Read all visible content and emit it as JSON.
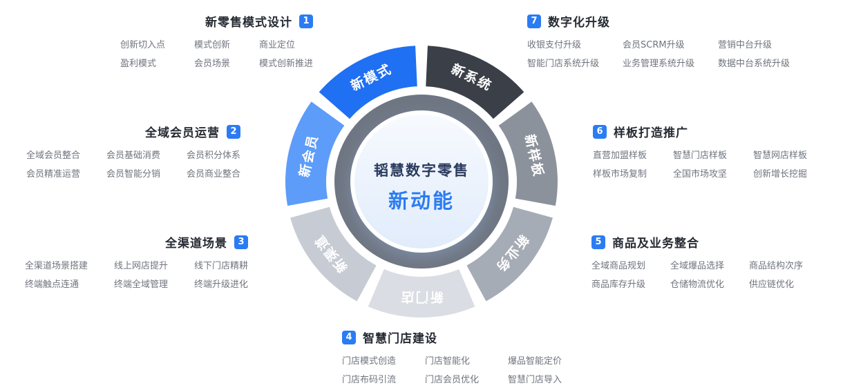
{
  "colors": {
    "accent_blue": "#2b7cf3",
    "ring_gray": "#6f7683",
    "title_text": "#262b33",
    "item_text": "#6f747d",
    "center_title_color": "#2a3a5e",
    "center_subtitle_color": "#2b7cf1"
  },
  "center": {
    "title": "韬慧数字零售",
    "subtitle": "新动能"
  },
  "wheel": [
    {
      "label": "新模式",
      "color": "#1f70f2"
    },
    {
      "label": "新系统",
      "color": "#3a3f48"
    },
    {
      "label": "新样板",
      "color": "#8c929c"
    },
    {
      "label": "新业务",
      "color": "#a6acb6"
    },
    {
      "label": "新门店",
      "color": "#dadde3"
    },
    {
      "label": "新渠道",
      "color": "#c7ccd4"
    },
    {
      "label": "新会员",
      "color": "#5d9cf8"
    }
  ],
  "sections": [
    {
      "num": "1",
      "title": "新零售模式设计",
      "items": [
        "创新切入点",
        "模式创新",
        "商业定位",
        "盈利模式",
        "会员场景",
        "模式创新推进"
      ]
    },
    {
      "num": "2",
      "title": "全域会员运营",
      "items": [
        "全域会员整合",
        "会员基础消费",
        "会员积分体系",
        "会员精准运营",
        "会员智能分销",
        "会员商业整合"
      ]
    },
    {
      "num": "3",
      "title": "全渠道场景",
      "items": [
        "全渠道场景搭建",
        "线上网店提升",
        "线下门店精耕",
        "终端触点连通",
        "终端全域管理",
        "终端升级进化"
      ]
    },
    {
      "num": "4",
      "title": "智慧门店建设",
      "items": [
        "门店模式创造",
        "门店智能化",
        "爆品智能定价",
        "门店布码引流",
        "门店会员优化",
        "智慧门店导入"
      ]
    },
    {
      "num": "5",
      "title": "商品及业务整合",
      "items": [
        "全域商品规划",
        "全域爆品选择",
        "商品结构次序",
        "商品库存升级",
        "仓储物流优化",
        "供应链优化"
      ]
    },
    {
      "num": "6",
      "title": "样板打造推广",
      "items": [
        "直营加盟样板",
        "智慧门店样板",
        "智慧网店样板",
        "样板市场复制",
        "全国市场攻坚",
        "创新增长挖掘"
      ]
    },
    {
      "num": "7",
      "title": "数字化升级",
      "items": [
        "收银支付升级",
        "会员SCRM升级",
        "营销中台升级",
        "智能门店系统升级",
        "业务管理系统升级",
        "数据中台系统升级"
      ]
    }
  ]
}
